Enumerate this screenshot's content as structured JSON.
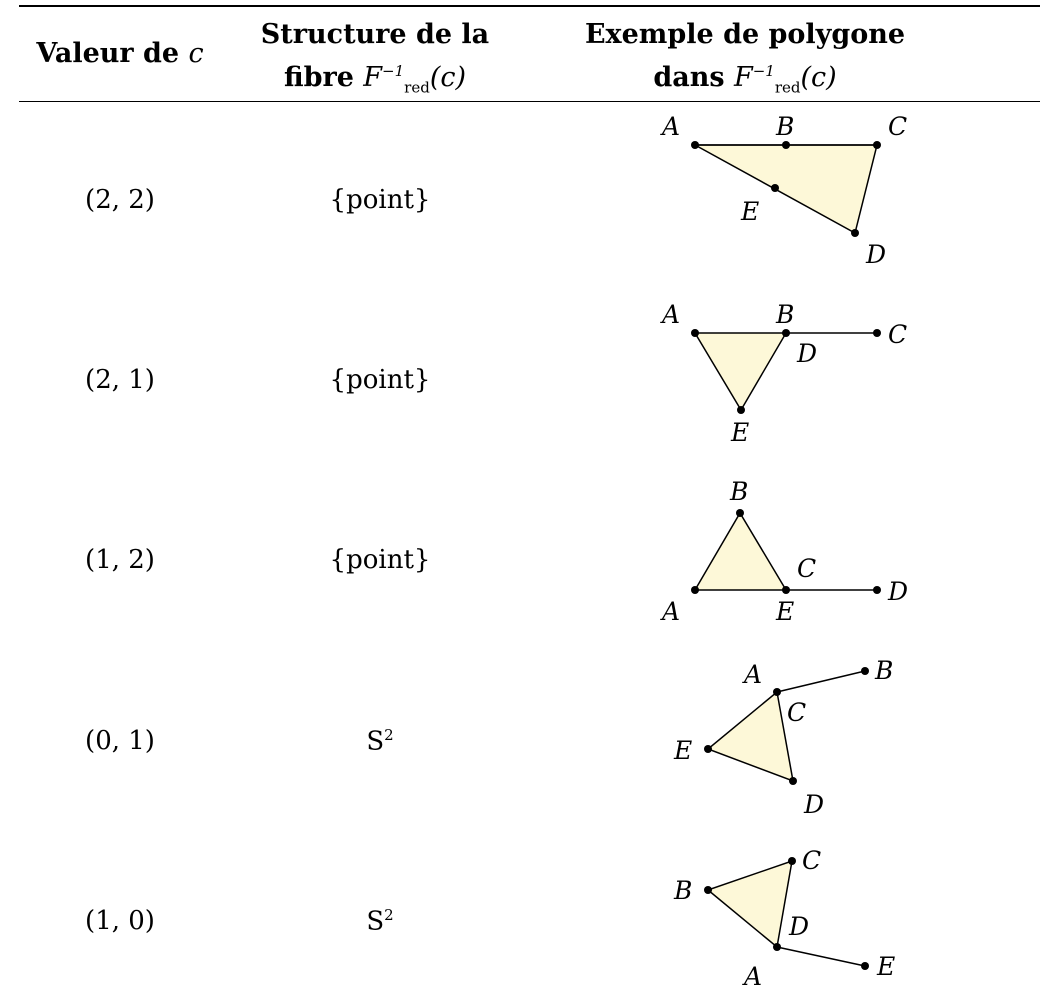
{
  "header": {
    "col1": {
      "text": "Valeur de",
      "var": "c"
    },
    "col2": {
      "line1": "Structure de la",
      "line2": "fibre",
      "F": "F",
      "sup": "−1",
      "sub": "red",
      "arg": "(c)"
    },
    "col3": {
      "line1": "Exemple de polygone",
      "line2": "dans",
      "F": "F",
      "sup": "−1",
      "sub": "red",
      "arg": "(c)"
    }
  },
  "rows": [
    {
      "value": "(2, 2)",
      "fibre": "{point}",
      "labels": {
        "A": "A",
        "B": "B",
        "C": "C",
        "D": "D",
        "E": "E"
      }
    },
    {
      "value": "(2, 1)",
      "fibre": "{point}",
      "labels": {
        "A": "A",
        "B": "B",
        "C": "C",
        "D": "D",
        "E": "E"
      }
    },
    {
      "value": "(1, 2)",
      "fibre": "{point}",
      "labels": {
        "A": "A",
        "B": "B",
        "C": "C",
        "D": "D",
        "E": "E"
      }
    },
    {
      "value": "(0, 1)",
      "fibre_base": "S",
      "fibre_exp": "2",
      "labels": {
        "A": "A",
        "B": "B",
        "C": "C",
        "D": "D",
        "E": "E"
      }
    },
    {
      "value": "(1, 0)",
      "fibre_base": "S",
      "fibre_exp": "2",
      "labels": {
        "A": "A",
        "B": "B",
        "C": "C",
        "D": "D",
        "E": "E"
      }
    }
  ],
  "colors": {
    "fill": "#fdf8d8",
    "stroke": "#000000"
  }
}
